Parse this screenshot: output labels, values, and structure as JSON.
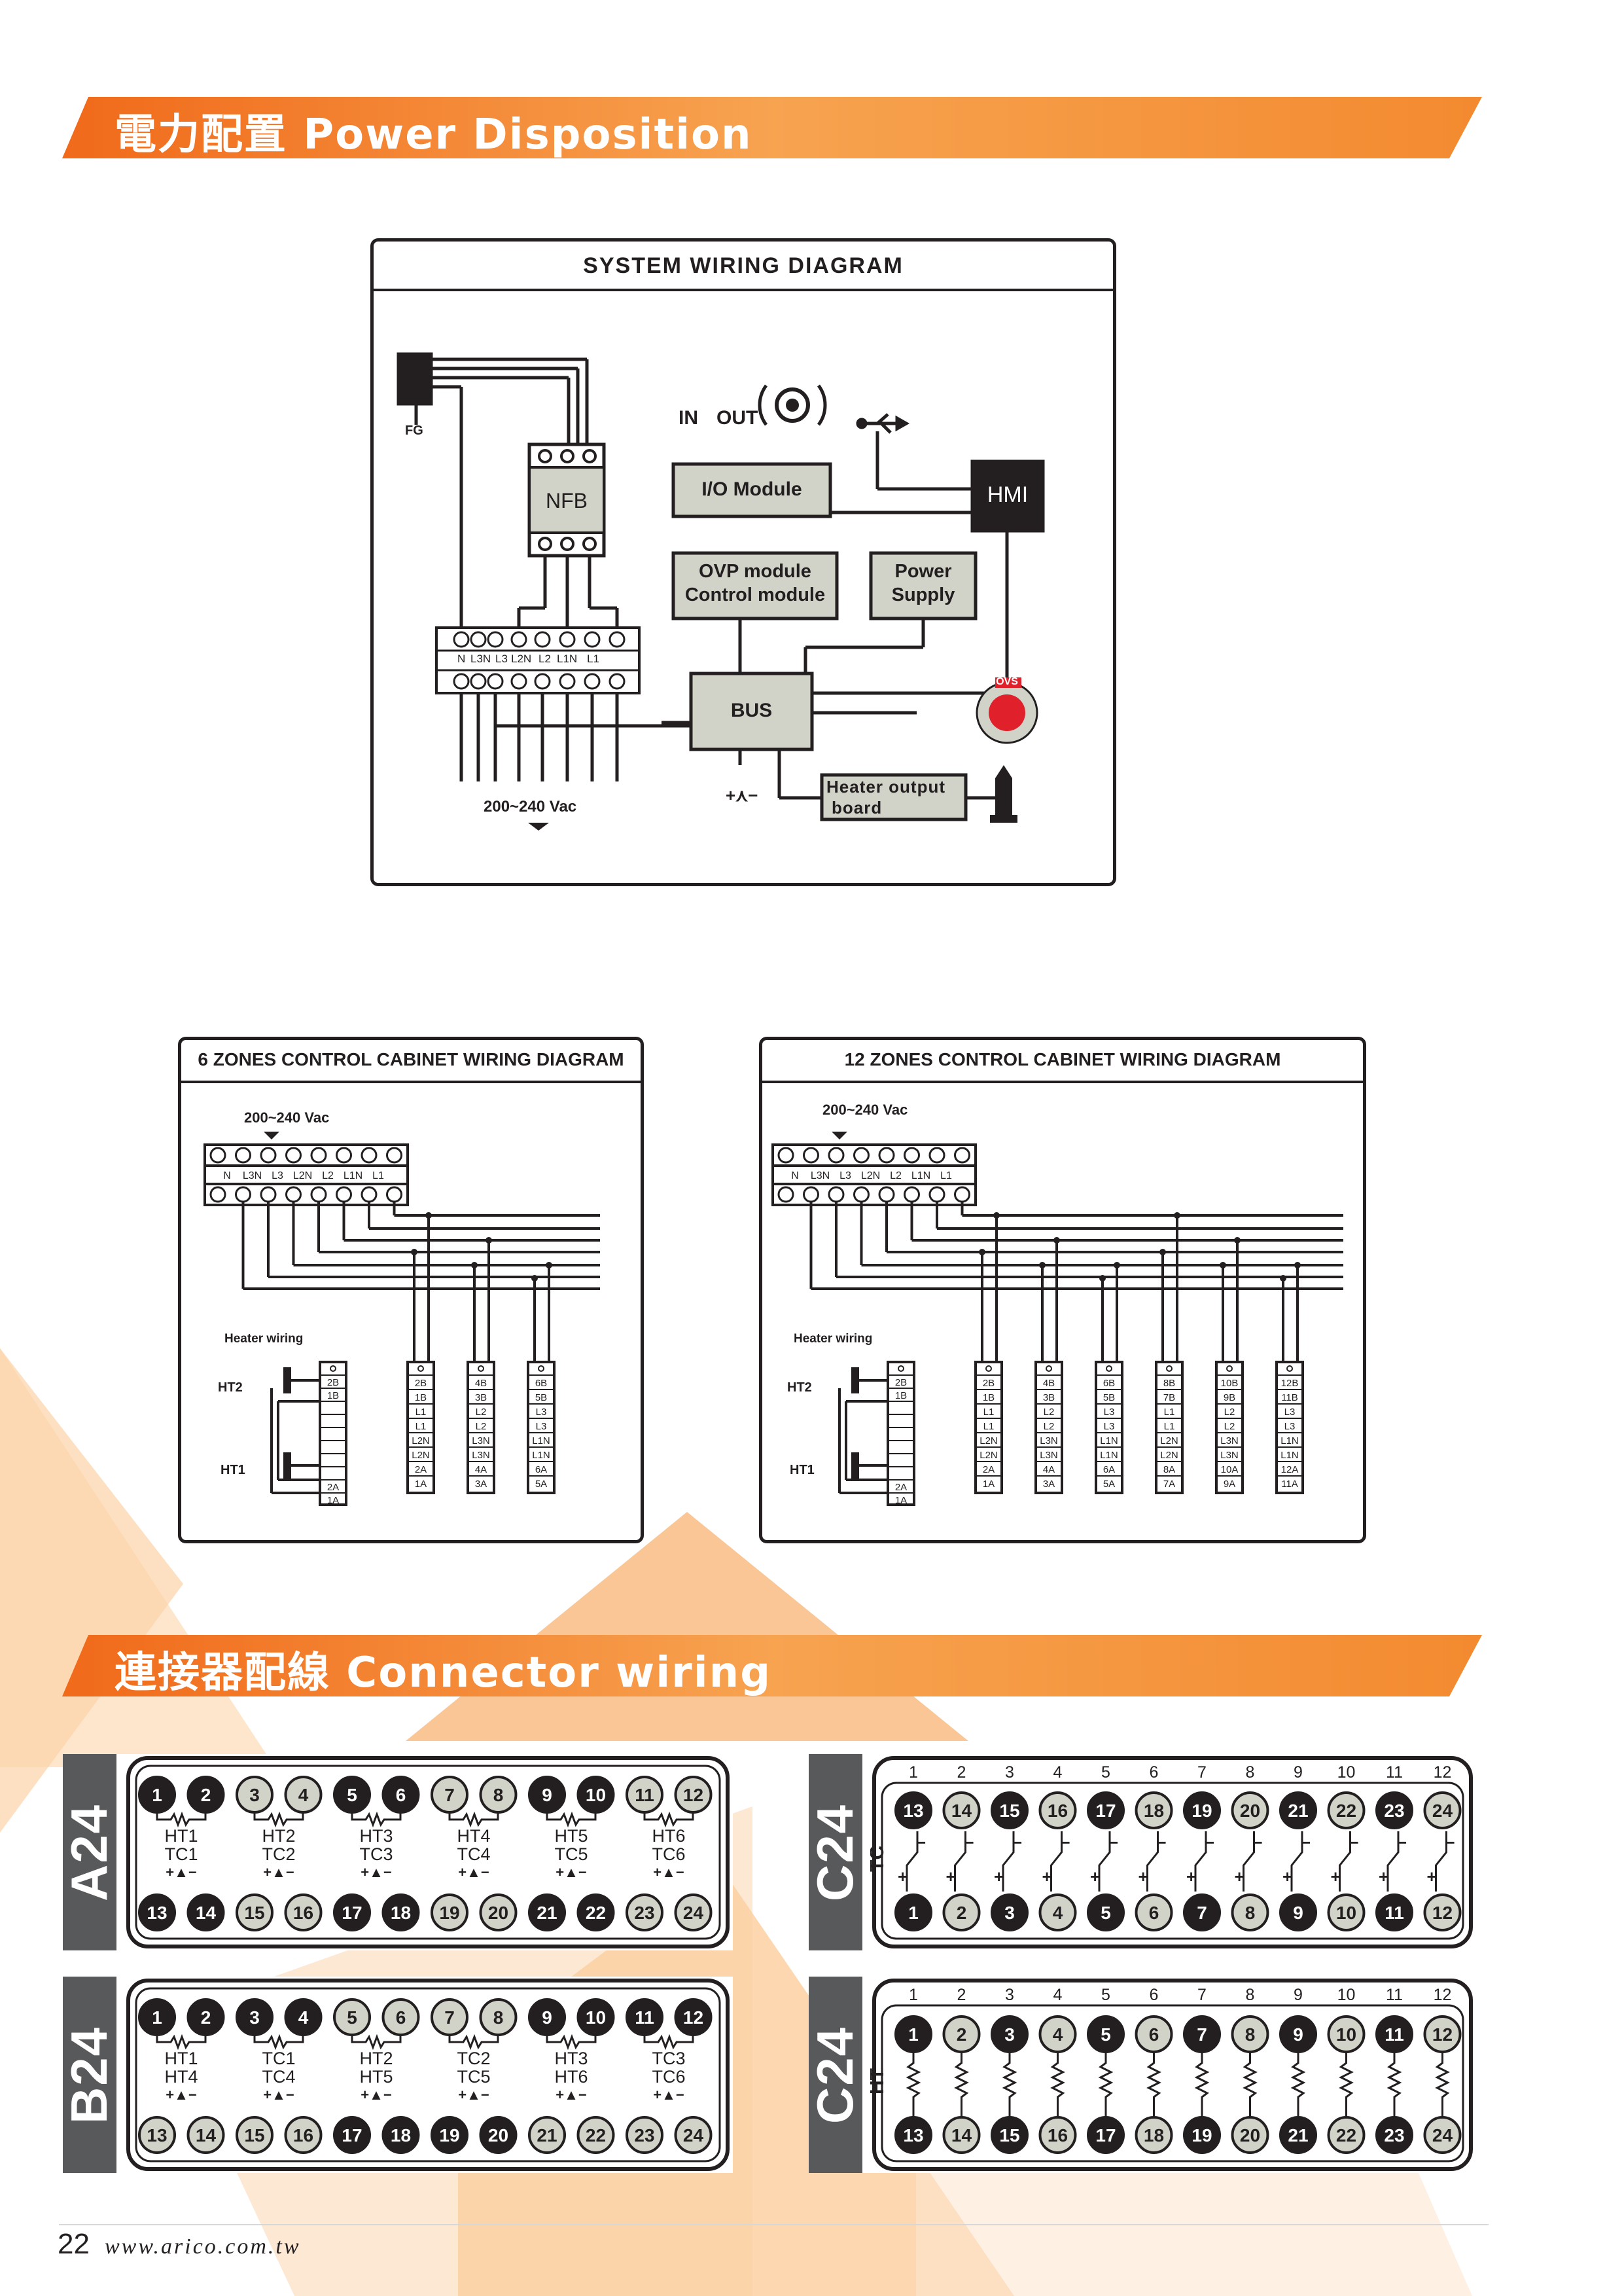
{
  "sections": {
    "power": {
      "title": "電力配置 Power Disposition"
    },
    "connector": {
      "title": "連接器配線 Connector wiring"
    }
  },
  "system_diagram": {
    "title": "SYSTEM WIRING DIAGRAM",
    "fg": "FG",
    "nfb": "NFB",
    "in": "IN",
    "out": "OUT",
    "io_module": "I/O Module",
    "hmi": "HMI",
    "ovp_line1": "OVP module",
    "ovp_line2": "Control module",
    "power_line1": "Power",
    "power_line2": "Supply",
    "terminals": [
      "N",
      "L3N",
      "L3",
      "L2N",
      "L2",
      "L1N",
      "L1"
    ],
    "bus": "BUS",
    "ovs": "OVS",
    "heater_line1": "Heater output",
    "heater_line2": "board",
    "voltage": "200~240 Vac"
  },
  "zone6": {
    "title": "6  ZONES CONTROL CABINET WIRING DIAGRAM",
    "voltage": "200~240 Vac",
    "terminals": [
      "N",
      "L3N",
      "L3",
      "L2N",
      "L2",
      "L1N",
      "L1"
    ],
    "heater_wiring": "Heater wiring",
    "ht2": "HT2",
    "ht1": "HT1",
    "heater_strip": [
      "2B",
      "1B",
      "",
      "",
      "",
      "",
      "",
      "",
      "2A",
      "1A"
    ],
    "strips": [
      [
        "2B",
        "1B",
        "L1",
        "L1",
        "L2N",
        "L2N",
        "2A",
        "1A"
      ],
      [
        "4B",
        "3B",
        "L2",
        "L2",
        "L3N",
        "L3N",
        "4A",
        "3A"
      ],
      [
        "6B",
        "5B",
        "L3",
        "L3",
        "L1N",
        "L1N",
        "6A",
        "5A"
      ]
    ]
  },
  "zone12": {
    "title": "12  ZONES CONTROL CABINET WIRING DIAGRAM",
    "voltage": "200~240 Vac",
    "terminals": [
      "N",
      "L3N",
      "L3",
      "L2N",
      "L2",
      "L1N",
      "L1"
    ],
    "heater_wiring": "Heater wiring",
    "ht2": "HT2",
    "ht1": "HT1",
    "heater_strip": [
      "2B",
      "1B",
      "",
      "",
      "",
      "",
      "",
      "",
      "2A",
      "1A"
    ],
    "strips": [
      [
        "2B",
        "1B",
        "L1",
        "L1",
        "L2N",
        "L2N",
        "2A",
        "1A"
      ],
      [
        "4B",
        "3B",
        "L2",
        "L2",
        "L3N",
        "L3N",
        "4A",
        "3A"
      ],
      [
        "6B",
        "5B",
        "L3",
        "L3",
        "L1N",
        "L1N",
        "6A",
        "5A"
      ],
      [
        "8B",
        "7B",
        "L1",
        "L1",
        "L2N",
        "L2N",
        "8A",
        "7A"
      ],
      [
        "10B",
        "9B",
        "L2",
        "L2",
        "L3N",
        "L3N",
        "10A",
        "9A"
      ],
      [
        "12B",
        "11B",
        "L3",
        "L3",
        "L1N",
        "L1N",
        "12A",
        "11A"
      ]
    ]
  },
  "connectors": {
    "a24": {
      "label": "A24",
      "top_pins": [
        "1",
        "2",
        "3",
        "4",
        "5",
        "6",
        "7",
        "8",
        "9",
        "10",
        "11",
        "12"
      ],
      "bottom_pins": [
        "13",
        "14",
        "15",
        "16",
        "17",
        "18",
        "19",
        "20",
        "21",
        "22",
        "23",
        "24"
      ],
      "row1": [
        "HT1",
        "HT2",
        "HT3",
        "HT4",
        "HT5",
        "HT6"
      ],
      "row2": [
        "TC1",
        "TC2",
        "TC3",
        "TC4",
        "TC5",
        "TC6"
      ],
      "polarity": "+▲−"
    },
    "b24": {
      "label": "B24",
      "top_pins": [
        "1",
        "2",
        "3",
        "4",
        "5",
        "6",
        "7",
        "8",
        "9",
        "10",
        "11",
        "12"
      ],
      "bottom_pins": [
        "13",
        "14",
        "15",
        "16",
        "17",
        "18",
        "19",
        "20",
        "21",
        "22",
        "23",
        "24"
      ],
      "row1": [
        "HT1",
        "TC1",
        "HT2",
        "TC2",
        "HT3",
        "TC3"
      ],
      "row2": [
        "HT4",
        "TC4",
        "HT5",
        "TC5",
        "HT6",
        "TC6"
      ],
      "polarity": "+▲−"
    },
    "c24_tc": {
      "label": "C24",
      "side": "TC",
      "numbers": [
        "1",
        "2",
        "3",
        "4",
        "5",
        "6",
        "7",
        "8",
        "9",
        "10",
        "11",
        "12"
      ],
      "top_pins": [
        "13",
        "14",
        "15",
        "16",
        "17",
        "18",
        "19",
        "20",
        "21",
        "22",
        "23",
        "24"
      ],
      "bottom_pins": [
        "1",
        "2",
        "3",
        "4",
        "5",
        "6",
        "7",
        "8",
        "9",
        "10",
        "11",
        "12"
      ],
      "plus": "+",
      "minus": "−"
    },
    "c24_ht": {
      "label": "C24",
      "side": "HT",
      "numbers": [
        "1",
        "2",
        "3",
        "4",
        "5",
        "6",
        "7",
        "8",
        "9",
        "10",
        "11",
        "12"
      ],
      "top_pins": [
        "1",
        "2",
        "3",
        "4",
        "5",
        "6",
        "7",
        "8",
        "9",
        "10",
        "11",
        "12"
      ],
      "bottom_pins": [
        "13",
        "14",
        "15",
        "16",
        "17",
        "18",
        "19",
        "20",
        "21",
        "22",
        "23",
        "24"
      ]
    }
  },
  "footer": {
    "page": "22",
    "url": "www.arico.com.tw"
  },
  "colors": {
    "orange": "#f47b20",
    "orange_light": "#f9b571",
    "pin_dark": "#231f20",
    "pin_light": "#d1d3c8",
    "tag_gray": "#58595b",
    "ovs_red": "#e0202a"
  }
}
